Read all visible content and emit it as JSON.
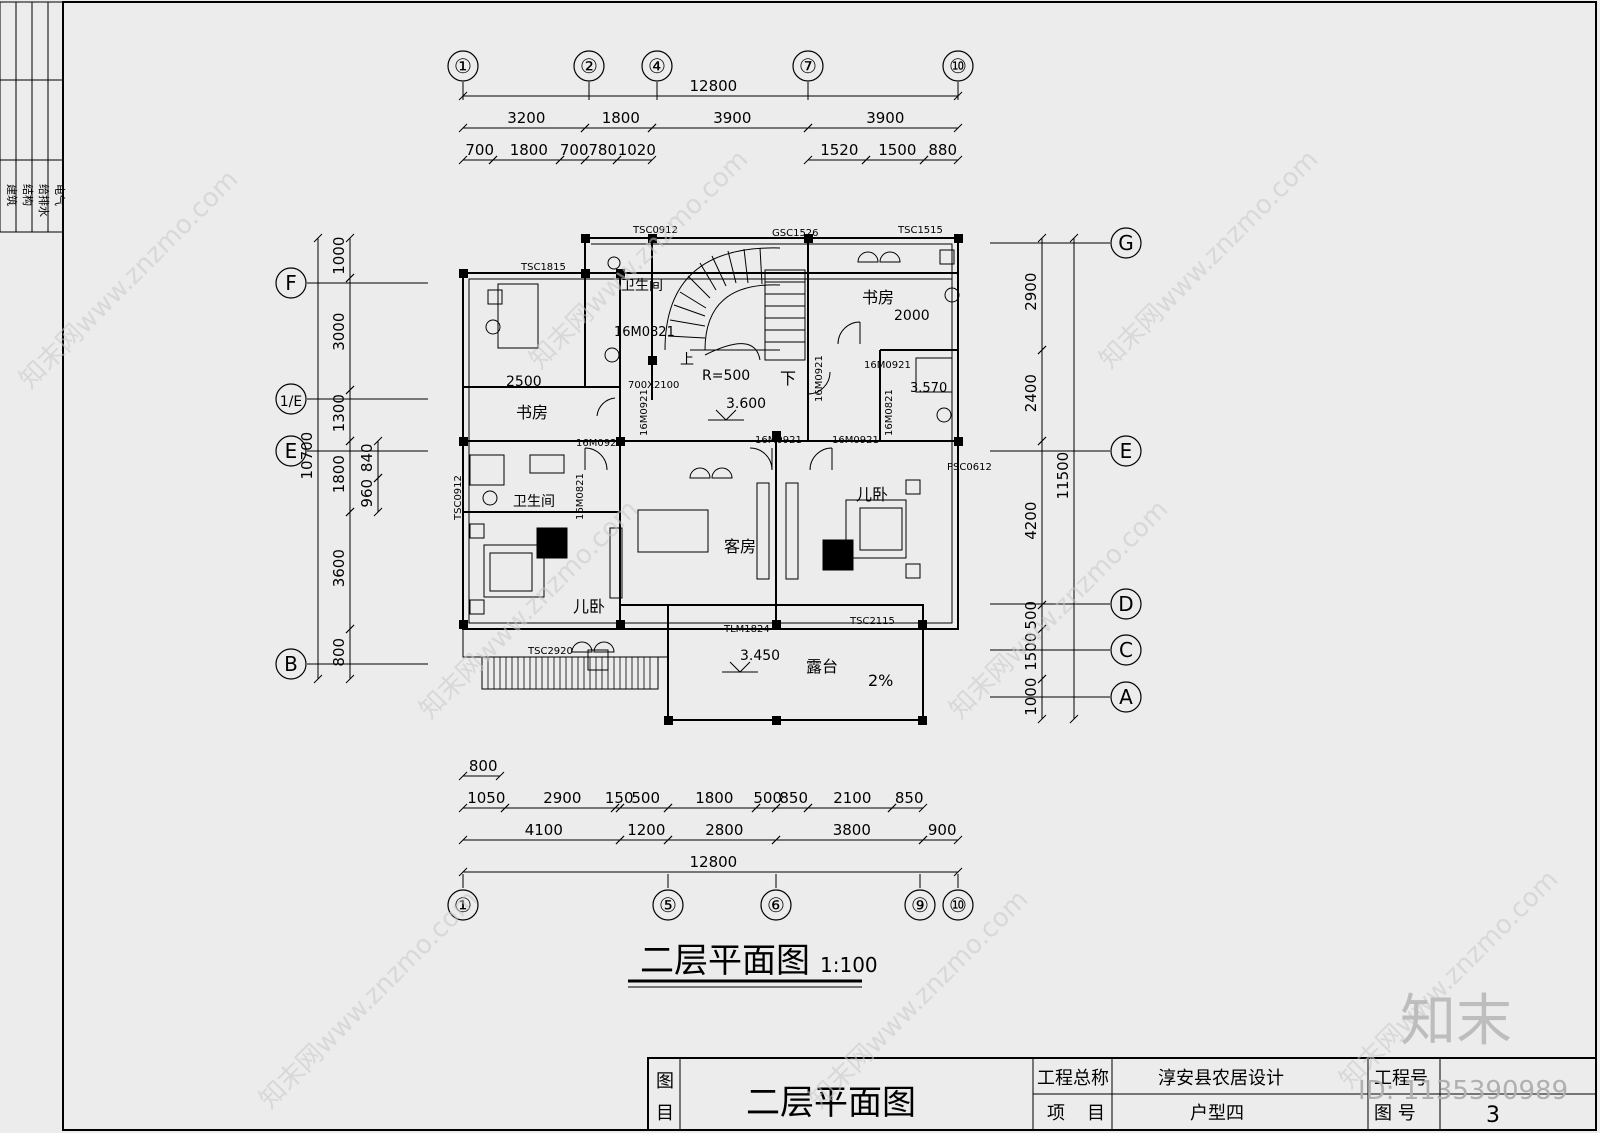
{
  "drawing": {
    "title": "二层平面图",
    "scale": "1:100",
    "disciplines": [
      "建筑",
      "结构",
      "给排水",
      "电气"
    ]
  },
  "axes": {
    "top": [
      "①",
      "②",
      "④",
      "⑦",
      "⑩"
    ],
    "bottom": [
      "①",
      "⑤",
      "⑥",
      "⑨",
      "⑩"
    ],
    "left": [
      "F",
      "1/E",
      "E",
      "B"
    ],
    "right": [
      "G",
      "E",
      "D",
      "C",
      "A"
    ]
  },
  "dimensions": {
    "top_total": "12800",
    "top_row2": [
      "3200",
      "1800",
      "3900",
      "3900"
    ],
    "top_row3": [
      "700",
      "1800",
      "700",
      "780",
      "1020",
      "1520",
      "1500",
      "880"
    ],
    "bottom_row1": [
      "800"
    ],
    "bottom_row2": [
      "1050",
      "2900",
      "150",
      "500",
      "1800",
      "500",
      "850",
      "2100",
      "850"
    ],
    "bottom_row3": [
      "4100",
      "1200",
      "2800",
      "3800",
      "900"
    ],
    "bottom_total": "12800",
    "left_total": "10700",
    "left_row": [
      "1000",
      "3000",
      "1300",
      "1800",
      "3600",
      "800"
    ],
    "left_inner": [
      "960",
      "840"
    ],
    "right_total": "11500",
    "right_row": [
      "2900",
      "2400",
      "4200",
      "500",
      "1500",
      "1000"
    ]
  },
  "rooms": {
    "study1": "书房",
    "study2": "书房",
    "bath1": "卫生间",
    "bath2": "卫生间",
    "guest": "客房",
    "kid1": "儿卧",
    "kid2": "儿卧",
    "terrace": "露台",
    "terrace_slope": "2%"
  },
  "labels": {
    "w_tsc1815": "TSC1815",
    "w_tsc0912a": "TSC0912",
    "w_gsc1526": "GSC1526",
    "w_tsc1515": "TSC1515",
    "d_16m0821a": "16M0821",
    "d_700x2100": "700X2100",
    "r500": "R=500",
    "up": "上",
    "down": "下",
    "elev_360": "3.600",
    "d_16m0921a": "16M0921",
    "d_16m0921b": "16M0921",
    "d_16m0921c": "16M0921",
    "d_16m0921d": "16M0921",
    "d_16m0921e": "16M0921",
    "d_16m0921f": "16M0921",
    "d_16m0821b": "16M0821",
    "d_16m0821c": "16M0821",
    "elev_357": "3.570",
    "psc0612": "PSC0612",
    "w_tsc0912b": "TSC0912",
    "w_tsc2920": "TSC2920",
    "tlm1824": "TLM1824",
    "elev_345": "3.450",
    "w_tsc2115": "TSC2115",
    "dim_2500": "2500",
    "dim_2000": "2000"
  },
  "title_block": {
    "tu": "图",
    "mu": "目",
    "drawing_name": "二层平面图",
    "project_label": "工程总称",
    "project_value": "淳安县农居设计",
    "project_no_label": "工程号",
    "item_label_1": "项",
    "item_label_2": "目",
    "item_value": "户型四",
    "sheet_no_label": "图  号",
    "sheet_no": "3"
  },
  "watermark": {
    "brand": "知末",
    "id_text": "ID: 1135390989",
    "site": "知末网www.znzmo.com"
  }
}
